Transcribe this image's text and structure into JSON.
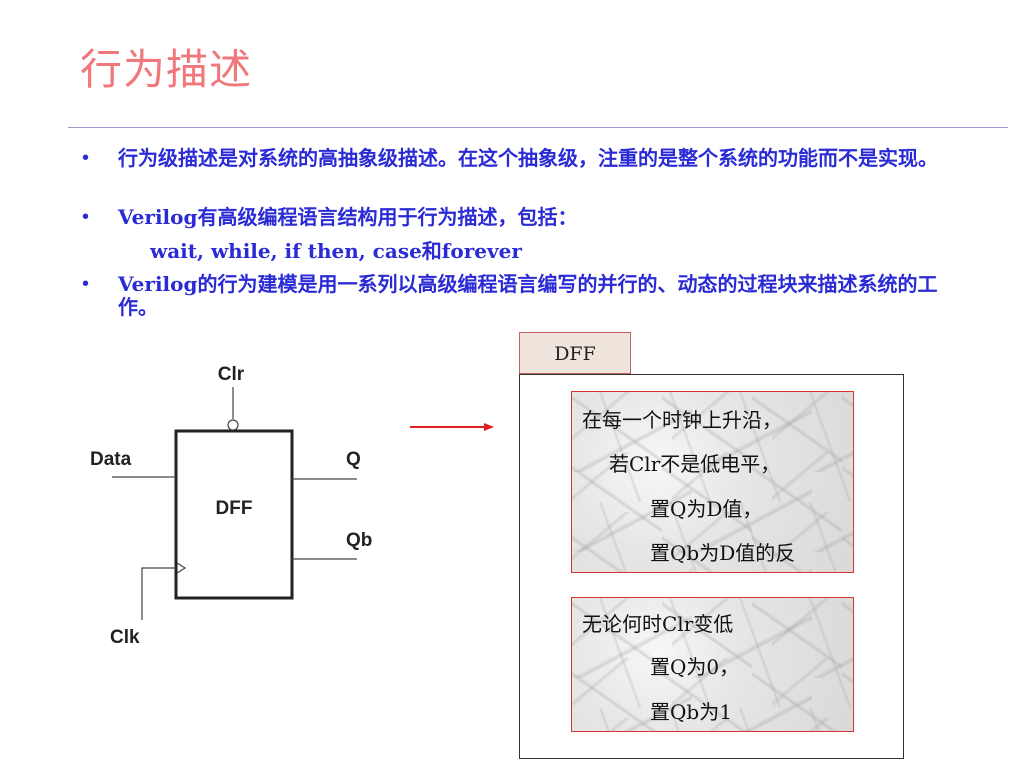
{
  "title": "行为描述",
  "bullets": [
    {
      "marker": "•",
      "text": "行为级描述是对系统的高抽象级描述。在这个抽象级，注重的是整个系统的功能而不是实现。"
    },
    {
      "marker": "•",
      "text": "Verilog有高级编程语言结构用于行为描述，包括："
    },
    {
      "sub": "wait, while, if then, case和forever"
    },
    {
      "marker": "•",
      "text": "Verilog的行为建模是用一系列以高级编程语言编写的并行的、动态的过程块来描述系统的工作。"
    }
  ],
  "circuit": {
    "block_label": "DFF",
    "clr": "Clr",
    "data": "Data",
    "q": "Q",
    "qb": "Qb",
    "clk": "Clk"
  },
  "panel": {
    "tab_label": "DFF",
    "box1": [
      "在每一个时钟上升沿，",
      "若Clr不是低电平，",
      "置Q为D值，",
      "置Qb为D值的反"
    ],
    "box2": [
      "无论何时Clr变低",
      "置Q为0，",
      "置Qb为1"
    ]
  },
  "colors": {
    "title": "#f0787c",
    "bullet_text": "#2b2bd6",
    "arrow": "#e02020",
    "box_border": "#d63333"
  }
}
